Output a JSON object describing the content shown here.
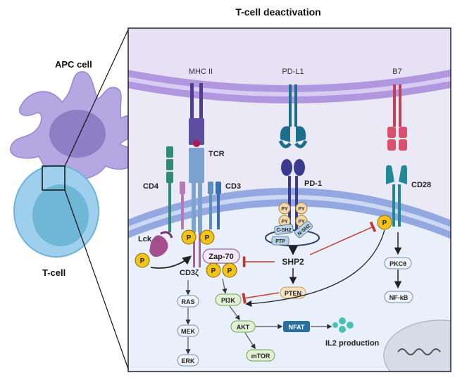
{
  "title": "T-cell deactivation",
  "labels": {
    "apc_cell": "APC cell",
    "t_cell": "T-cell",
    "mhc": "MHC II",
    "pdl1": "PD-L1",
    "b7": "B7",
    "tcr": "TCR",
    "cd4": "CD4",
    "cd3": "CD3",
    "pd1": "PD-1",
    "cd28": "CD28",
    "lck": "Lck",
    "zap70": "Zap-70",
    "cd3z": "CD3ζ",
    "shp2": "SHP2",
    "pten": "PTEN",
    "pi3k": "PI3K",
    "akt": "AKT",
    "nfat": "NFAT",
    "il2": "IL2 production",
    "mtor": "mTOR",
    "ras": "RAS",
    "mek": "MEK",
    "erk": "ERK",
    "pkc": "PKCθ",
    "nfkb": "NF-kB",
    "p": "P",
    "py": "PY",
    "csh2": "C-SH2",
    "nsh2": "N-SH2",
    "ptp": "PTP"
  },
  "colors": {
    "cell_fill": "#ece9f7",
    "apc_membrane": "#a98ed8",
    "tcell_membrane": "#8ea3dc",
    "tcell_fill": "#eaf1fb",
    "phospho": "#f2c31b",
    "inhibit": "#c0392b",
    "teal": "#1c7f8c",
    "green_box": "#e2f1d6",
    "nfat": "#2a6f9e"
  }
}
